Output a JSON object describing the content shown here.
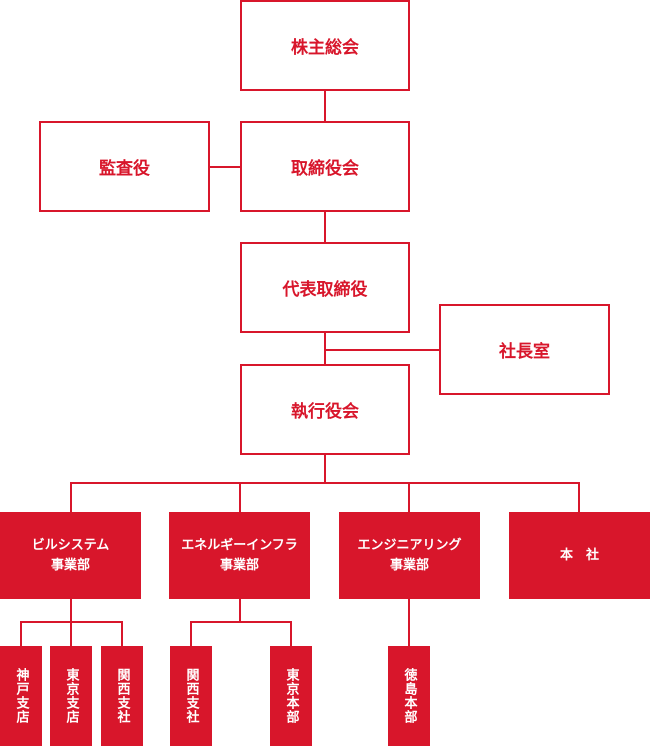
{
  "colors": {
    "accent": "#d8162b",
    "background": "#ffffff"
  },
  "org": {
    "shareholders": "株主総会",
    "auditor": "監査役",
    "board": "取締役会",
    "representative": "代表取締役",
    "president_office": "社長室",
    "executive": "執行役会",
    "divisions": [
      {
        "line1": "ビルシステム",
        "line2": "事業部"
      },
      {
        "line1": "エネルギーインフラ",
        "line2": "事業部"
      },
      {
        "line1": "エンジニアリング",
        "line2": "事業部"
      },
      {
        "line1": "本　社",
        "line2": ""
      }
    ],
    "branches": [
      "神戸支店",
      "東京支店",
      "関西支社",
      "関西支社",
      "東京本部",
      "徳島本部"
    ]
  }
}
